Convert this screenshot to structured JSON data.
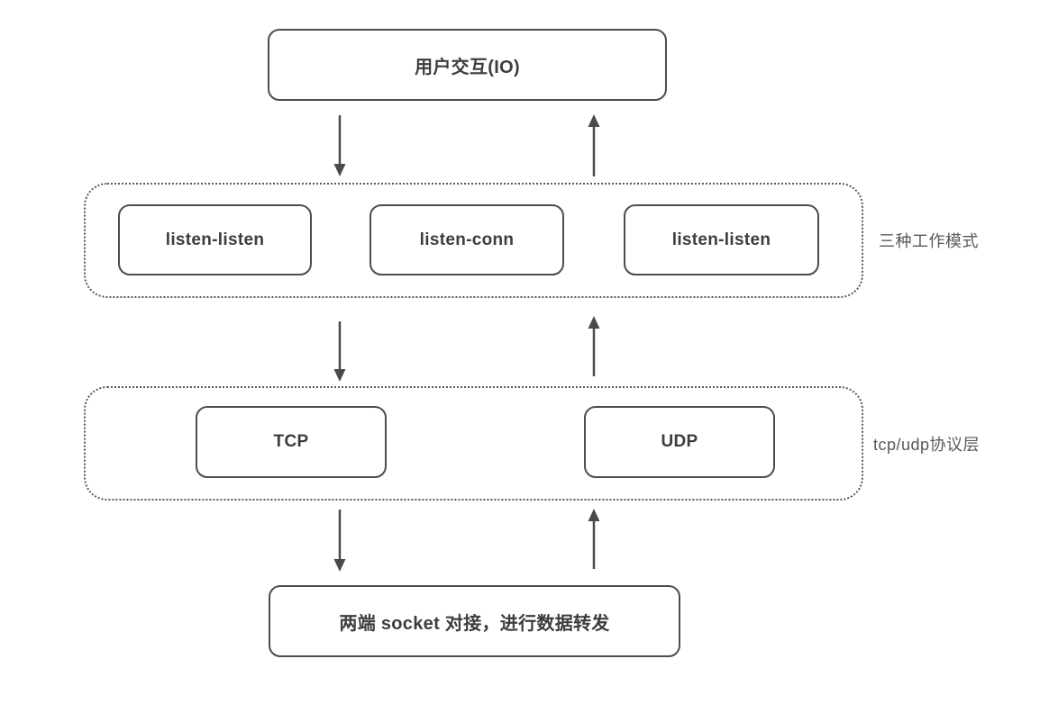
{
  "diagram": {
    "io_box_label": "用户交互(IO)",
    "modes": {
      "side_label": "三种工作模式",
      "boxes": [
        "listen-listen",
        "listen-conn",
        "listen-listen"
      ]
    },
    "protocols": {
      "side_label": "tcp/udp协议层",
      "boxes": [
        "TCP",
        "UDP"
      ]
    },
    "bottom_box_label": "两端 socket 对接，进行数据转发",
    "colors": {
      "box_border": "#4d4d4d",
      "dotted_border": "#5a5a5a",
      "box_text": "#3d3d3d",
      "side_label_text": "#595959",
      "arrow": "#4a4a4a",
      "background": "#ffffff"
    }
  }
}
